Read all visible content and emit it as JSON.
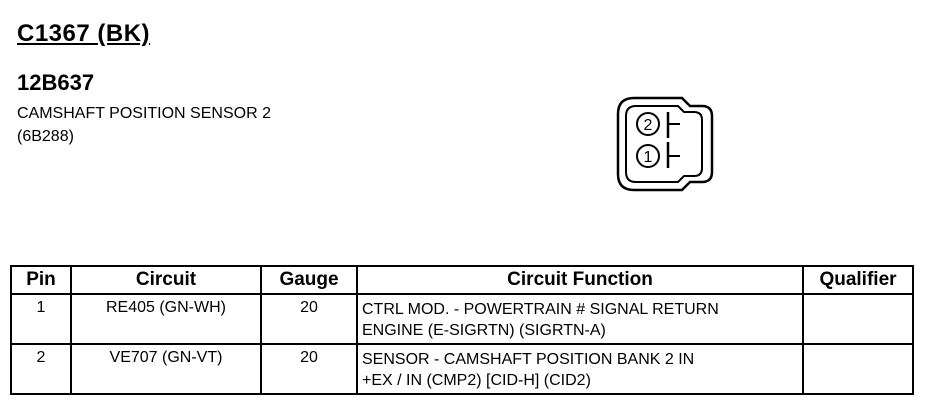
{
  "header": {
    "connector_id": "C1367 (BK)",
    "part_number": "12B637",
    "component_name": "CAMSHAFT POSITION SENSOR 2",
    "component_code": "(6B288)"
  },
  "diagram": {
    "pin_labels": [
      "2",
      "1"
    ]
  },
  "table": {
    "headers": [
      "Pin",
      "Circuit",
      "Gauge",
      "Circuit Function",
      "Qualifier"
    ],
    "rows": [
      {
        "pin": "1",
        "circuit": "RE405 (GN-WH)",
        "gauge": "20",
        "function_line1": "CTRL MOD. - POWERTRAIN # SIGNAL RETURN",
        "function_line2": "ENGINE (E-SIGRTN) (SIGRTN-A)",
        "qualifier": ""
      },
      {
        "pin": "2",
        "circuit": "VE707 (GN-VT)",
        "gauge": "20",
        "function_line1": "SENSOR - CAMSHAFT POSITION BANK 2 IN",
        "function_line2": "+EX / IN (CMP2) [CID-H] (CID2)",
        "qualifier": ""
      }
    ]
  }
}
